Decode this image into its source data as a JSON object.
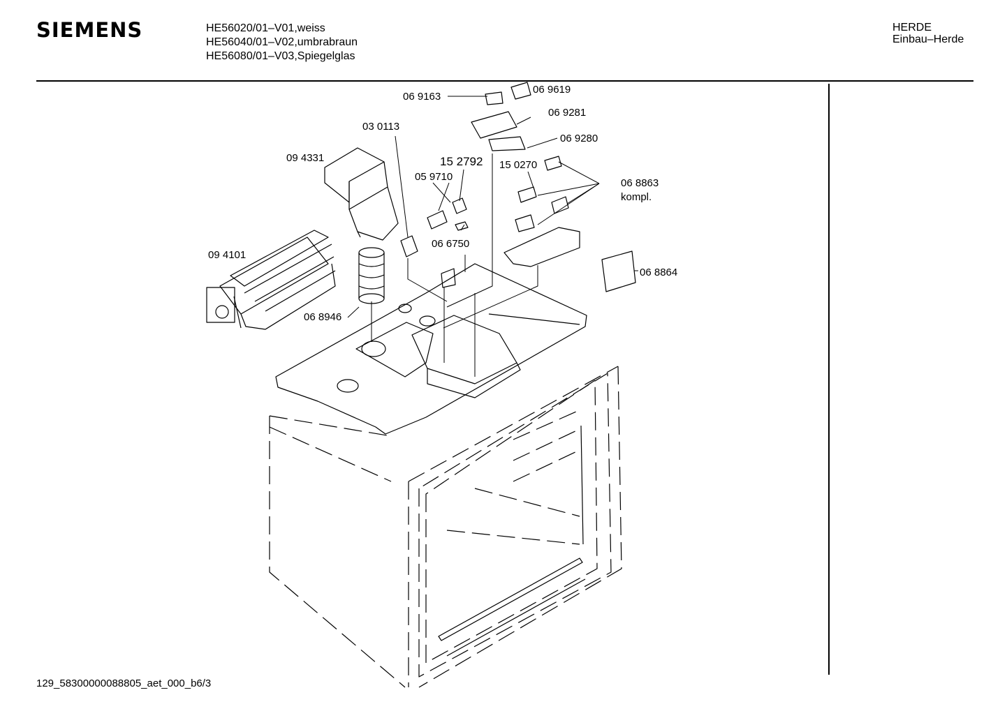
{
  "header": {
    "brand": "SIEMENS",
    "models": [
      "HE56020/01–V01,weiss",
      "HE56040/01–V02,umbrabraun",
      "HE56080/01–V03,Spiegelglas"
    ],
    "category_line1": "HERDE",
    "category_line2": "Einbau–Herde"
  },
  "parts": {
    "p069163": "06 9163",
    "p069619": "06 9619",
    "p069281": "06 9281",
    "p069280": "06 9280",
    "p030113": "03 0113",
    "p094331": "09 4331",
    "p152792": "15 2792",
    "p150270": "15 0270",
    "p059710": "05 9710",
    "p068863": "06 8863",
    "p068863_note": "kompl.",
    "p066750": "06 6750",
    "p094101": "09 4101",
    "p068864": "06 8864",
    "p068946": "06 8946"
  },
  "footer": {
    "doc_id": "129_58300000088805_aet_000_b6/3"
  }
}
